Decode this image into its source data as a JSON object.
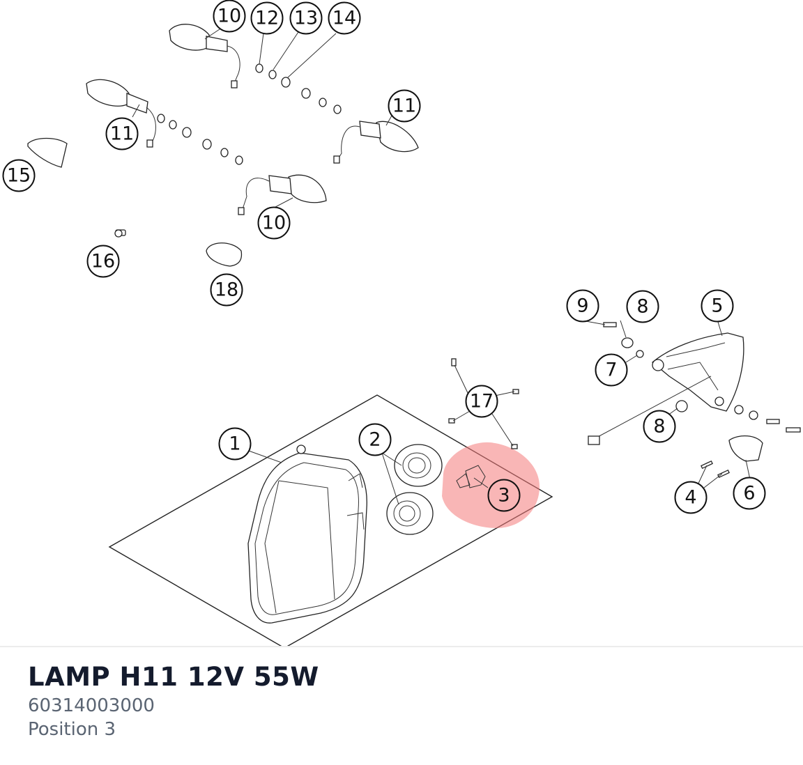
{
  "diagram": {
    "highlight_color": "#f47a7a",
    "callouts": [
      "1",
      "2",
      "3",
      "4",
      "5",
      "6",
      "7",
      "8",
      "8",
      "9",
      "10",
      "10",
      "11",
      "11",
      "12",
      "13",
      "14",
      "15",
      "16",
      "17",
      "18"
    ]
  },
  "product": {
    "title": "LAMP H11 12V 55W",
    "part_number": "60314003000",
    "position": "Position 3"
  }
}
